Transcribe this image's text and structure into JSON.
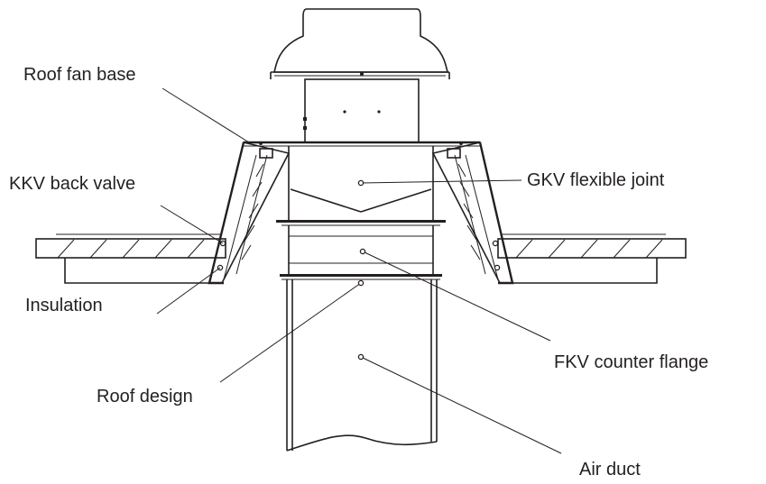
{
  "labels": {
    "roof_fan_base": "Roof fan base",
    "kkv_back_valve": "KKV back valve",
    "insulation": "Insulation",
    "roof_design": "Roof design",
    "gkv_flexible_joint": "GKV flexible joint",
    "fkv_counter_flange": "FKV counter flange",
    "air_duct": "Air duct"
  },
  "colors": {
    "line": "#231f20",
    "background": "#ffffff"
  }
}
